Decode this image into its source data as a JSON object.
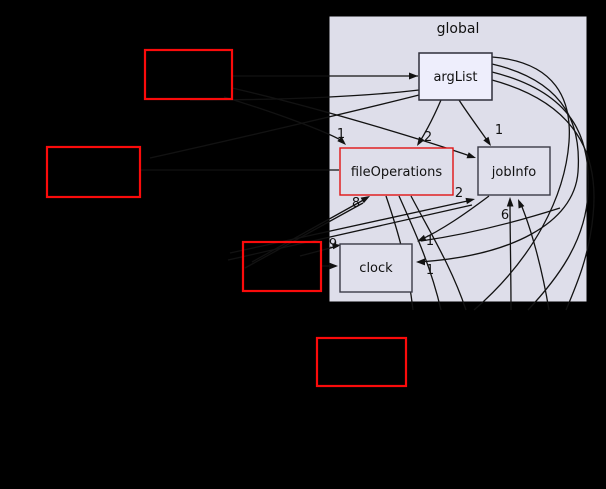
{
  "page": {
    "background": "#000000"
  },
  "graph": {
    "cluster": {
      "label": "global",
      "fill": "#dedeea"
    },
    "nodes": [
      {
        "id": "argList",
        "label": "argList",
        "fill": "#eeeefc",
        "border": "#2e2e3a"
      },
      {
        "id": "fileOperations",
        "label": "fileOperations",
        "fill": "#dedeea",
        "border": "#e01414"
      },
      {
        "id": "jobInfo",
        "label": "jobInfo",
        "fill": "#e0e0ec",
        "border": "#3a3a46"
      },
      {
        "id": "clock",
        "label": "clock",
        "fill": "#e0e0ec",
        "border": "#3a3a46"
      }
    ],
    "external_nodes": [
      {
        "id": "external-top-left",
        "label": "",
        "border": "#fb0b0b"
      },
      {
        "id": "external-middle-left",
        "label": "",
        "border": "#fb0b0b"
      },
      {
        "id": "external-center",
        "label": "",
        "border": "#fb0b0b"
      },
      {
        "id": "external-bottom",
        "label": "",
        "border": "#fb0b0b"
      }
    ],
    "edge_labels": [
      {
        "id": "into-fileOperations-top",
        "text": "1"
      },
      {
        "id": "argList-to-fileOperations",
        "text": "2"
      },
      {
        "id": "argList-to-jobInfo",
        "text": "1"
      },
      {
        "id": "into-jobInfo-left",
        "text": "2"
      },
      {
        "id": "into-fileOperations-bottom",
        "text": "8"
      },
      {
        "id": "into-clock-topleft",
        "text": "9"
      },
      {
        "id": "into-jobInfo-bottom",
        "text": "6"
      },
      {
        "id": "into-clock-top",
        "text": "1"
      },
      {
        "id": "into-clock-right",
        "text": "1"
      }
    ]
  }
}
